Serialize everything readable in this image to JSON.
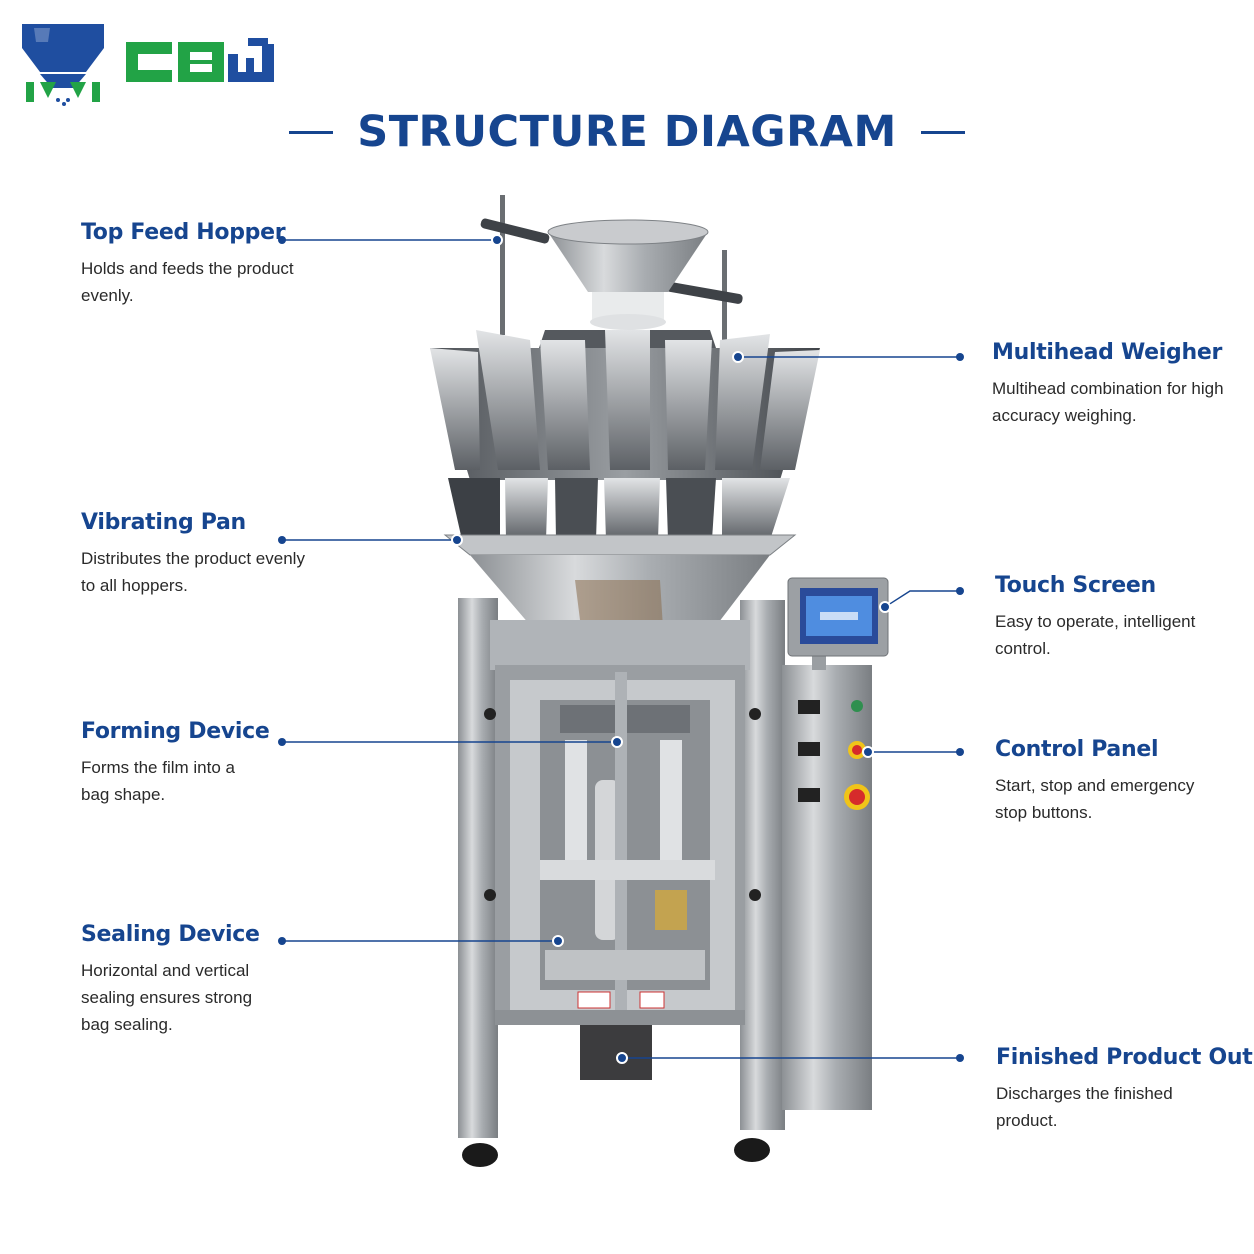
{
  "brand": {
    "logo_text": "CBW"
  },
  "title": "STRUCTURE DIAGRAM",
  "colors": {
    "accent": "#16458f",
    "logo_blue": "#1f4ea0",
    "logo_green": "#22a346",
    "steel": "#b9bcbf"
  },
  "components": [
    {
      "key": "top_feed_hopper",
      "name": "Top Feed Hopper",
      "desc": "Holds and feeds the product evenly."
    },
    {
      "key": "multihead_weigher",
      "name": "Multihead Weigher",
      "desc": "Multihead combination for high accuracy weighing."
    },
    {
      "key": "vibrating_pan",
      "name": "Vibrating Pan",
      "desc": "Distributes the product evenly to all hoppers."
    },
    {
      "key": "touch_screen",
      "name": "Touch Screen",
      "desc": "Easy to operate, intelligent control."
    },
    {
      "key": "forming_device",
      "name": "Forming Device",
      "desc": "Forms the film into a bag shape."
    },
    {
      "key": "control_panel",
      "name": "Control Panel",
      "desc": "Start, stop and emergency stop buttons."
    },
    {
      "key": "sealing_device",
      "name": "Sealing Device",
      "desc": "Horizontal and vertical sealing ensures strong bag sealing."
    },
    {
      "key": "finished_product_outlet",
      "name": "Finished Product Outlet",
      "desc": "Discharges the finished product."
    }
  ]
}
